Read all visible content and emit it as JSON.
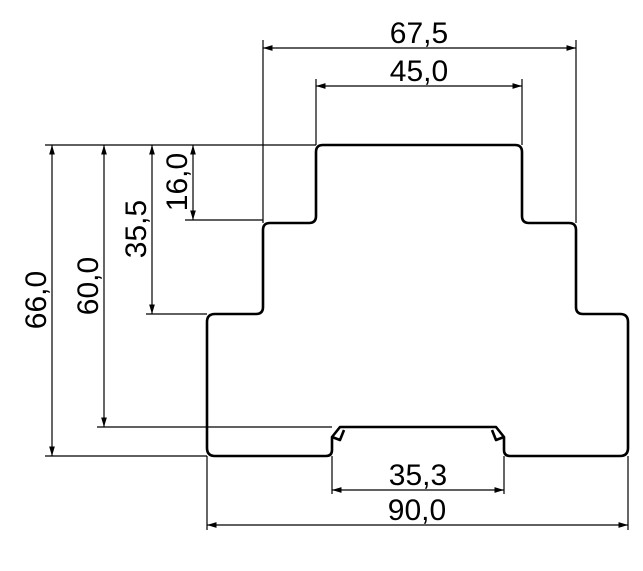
{
  "drawing": {
    "colors": {
      "line": "#000000",
      "background": "#ffffff"
    },
    "dimensions": {
      "width_top": "67,5",
      "width_upper": "45,0",
      "width_rail": "35,3",
      "width_total": "90,0",
      "height_total": "66,0",
      "height_body": "60,0",
      "height_step": "35,5",
      "height_top_step": "16,0"
    }
  }
}
